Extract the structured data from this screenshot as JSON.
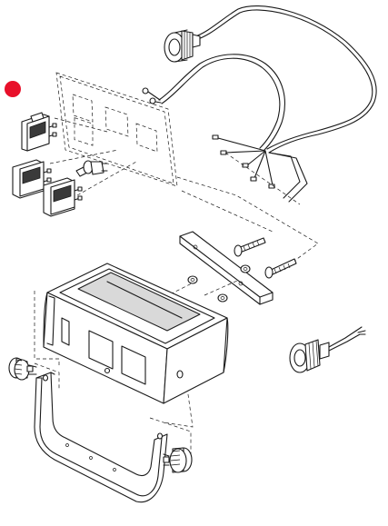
{
  "diagram": {
    "type": "exploded-parts-view",
    "highlight_color": "#e8102a",
    "line_color": "#1a1a1a",
    "background_color": "#ffffff",
    "parts": [
      {
        "id": "rocker-switch-highlighted",
        "highlighted": true
      },
      {
        "id": "rocker-switch-left"
      },
      {
        "id": "rocker-switch-right"
      },
      {
        "id": "fuse-holder"
      },
      {
        "id": "front-panel-label"
      },
      {
        "id": "wiring-harness"
      },
      {
        "id": "connector-plug-top"
      },
      {
        "id": "connector-plug-side"
      },
      {
        "id": "rear-panel-gasket"
      },
      {
        "id": "mounting-screws"
      },
      {
        "id": "washers"
      },
      {
        "id": "indicator-housing"
      },
      {
        "id": "mounting-bracket"
      },
      {
        "id": "knob-left"
      },
      {
        "id": "knob-right"
      }
    ]
  }
}
